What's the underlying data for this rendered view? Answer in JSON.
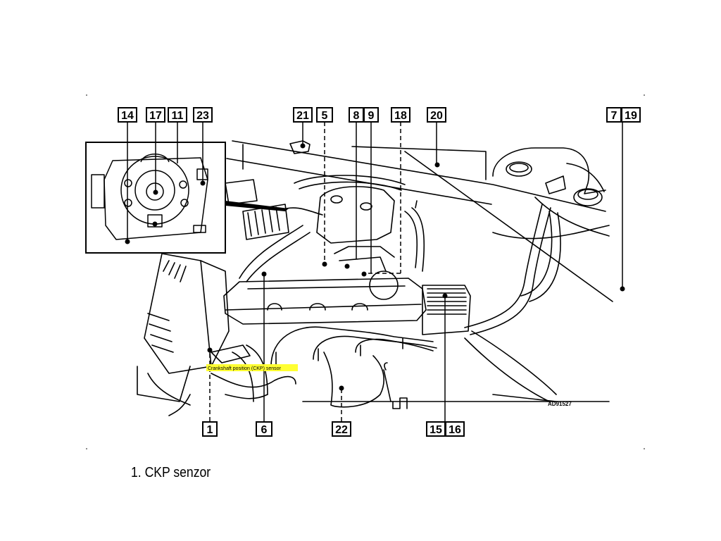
{
  "diagram": {
    "callouts_top": [
      "14",
      "17",
      "11",
      "23",
      "21",
      "5",
      "8",
      "9",
      "18",
      "20",
      "7",
      "19"
    ],
    "callouts_bottom": [
      "1",
      "6",
      "22",
      "15",
      "16"
    ],
    "highlight_label": "Crankshaft position (CKP) sensor",
    "figure_id": "AD91527",
    "highlight_color": "#ffff33"
  },
  "caption": "1. CKP senzor"
}
